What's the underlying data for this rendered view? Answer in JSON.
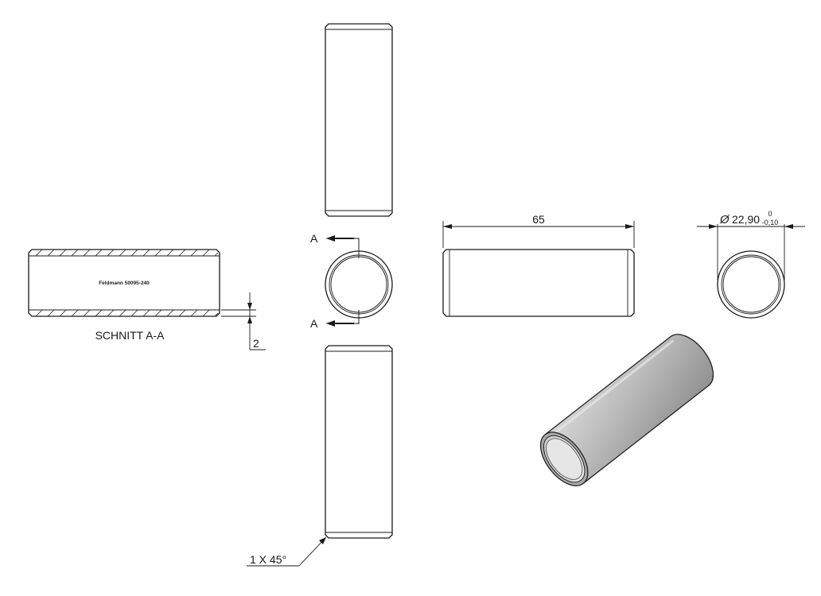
{
  "section_view": {
    "title": "SCHNITT A-A",
    "engraving": "Feldmann 50095-240",
    "wall_thickness": "2"
  },
  "section_markers": {
    "top": "A",
    "bottom": "A"
  },
  "dimensions": {
    "length": "65",
    "diameter_symbol": "Ø",
    "diameter": "22,90",
    "tolerance_upper": "0",
    "tolerance_lower": "-0,10",
    "chamfer": "1 X 45°"
  }
}
